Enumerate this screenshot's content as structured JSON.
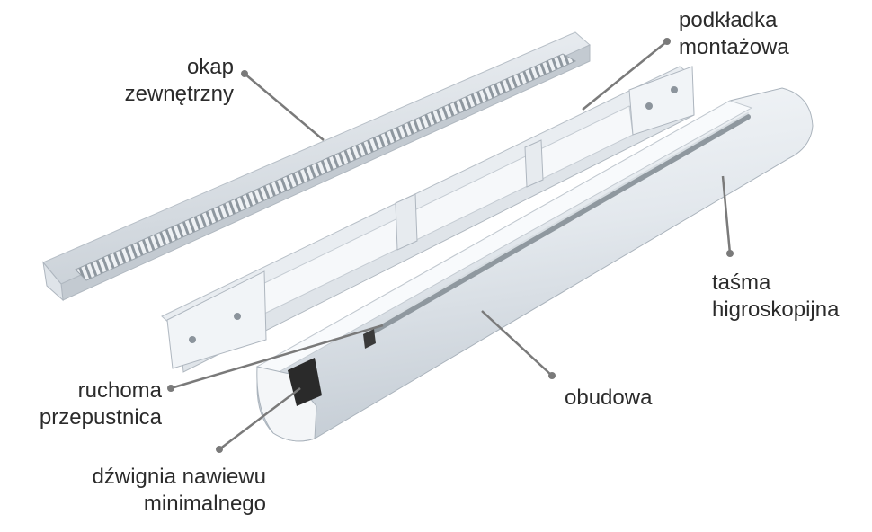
{
  "labels": {
    "okap": {
      "line1": "okap",
      "line2": "zewnętrzny"
    },
    "podkladka": {
      "line1": "podkładka",
      "line2": "montażowa"
    },
    "tasma": {
      "line1": "taśma",
      "line2": "higroskopijna"
    },
    "obudowa": {
      "line1": "obudowa"
    },
    "ruchoma": {
      "line1": "ruchoma",
      "line2": "przepustnica"
    },
    "dzwignia": {
      "line1": "dźwignia nawiewu",
      "line2": "minimalnego"
    }
  },
  "colors": {
    "leader": "#7a7a7a",
    "text": "#2b2b2b",
    "part_light": "#eef1f4",
    "part_mid": "#d3d9df",
    "part_dark": "#aeb6bf",
    "damper": "#2a2a2a"
  }
}
